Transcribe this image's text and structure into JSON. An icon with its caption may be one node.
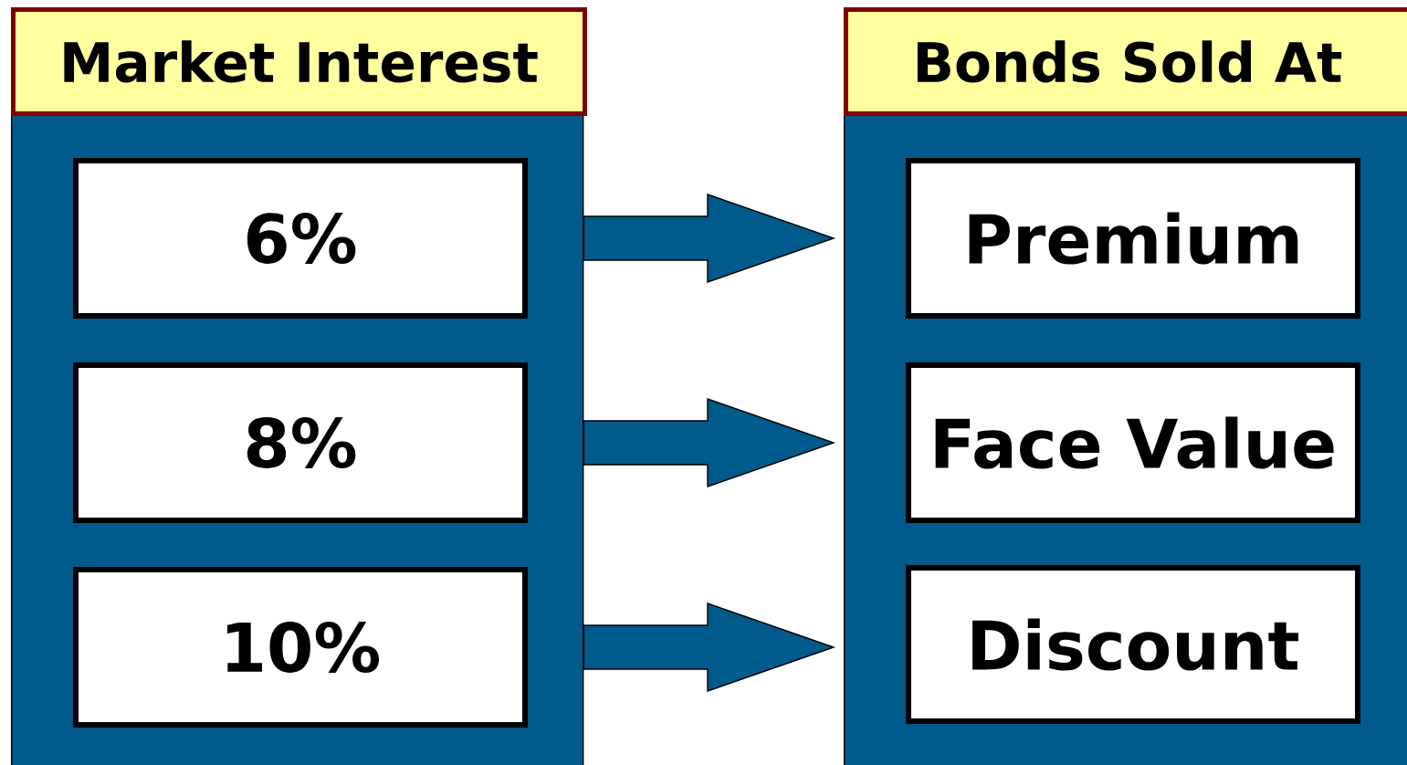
{
  "diagram": {
    "nodes": [
      {
        "text": [
          "Market Interest"
        ]
      },
      {
        "text": [
          "6%"
        ],
        "in": 0
      },
      {
        "text": [
          "8%"
        ],
        "in": 0
      },
      {
        "text": [
          "10%"
        ],
        "in": 0
      },
      {
        "text": [
          "Bonds Sold At"
        ]
      },
      {
        "text": [
          "Premium"
        ],
        "in": 4
      },
      {
        "text": [
          "Face Value"
        ],
        "in": 4
      },
      {
        "text": [
          "Discount"
        ],
        "in": 4
      }
    ],
    "edges": [
      {
        "from": 1,
        "to": 5,
        "arrow": "to"
      },
      {
        "from": 2,
        "to": 6,
        "arrow": "to"
      },
      {
        "from": 3,
        "to": 7,
        "arrow": "to"
      }
    ]
  }
}
